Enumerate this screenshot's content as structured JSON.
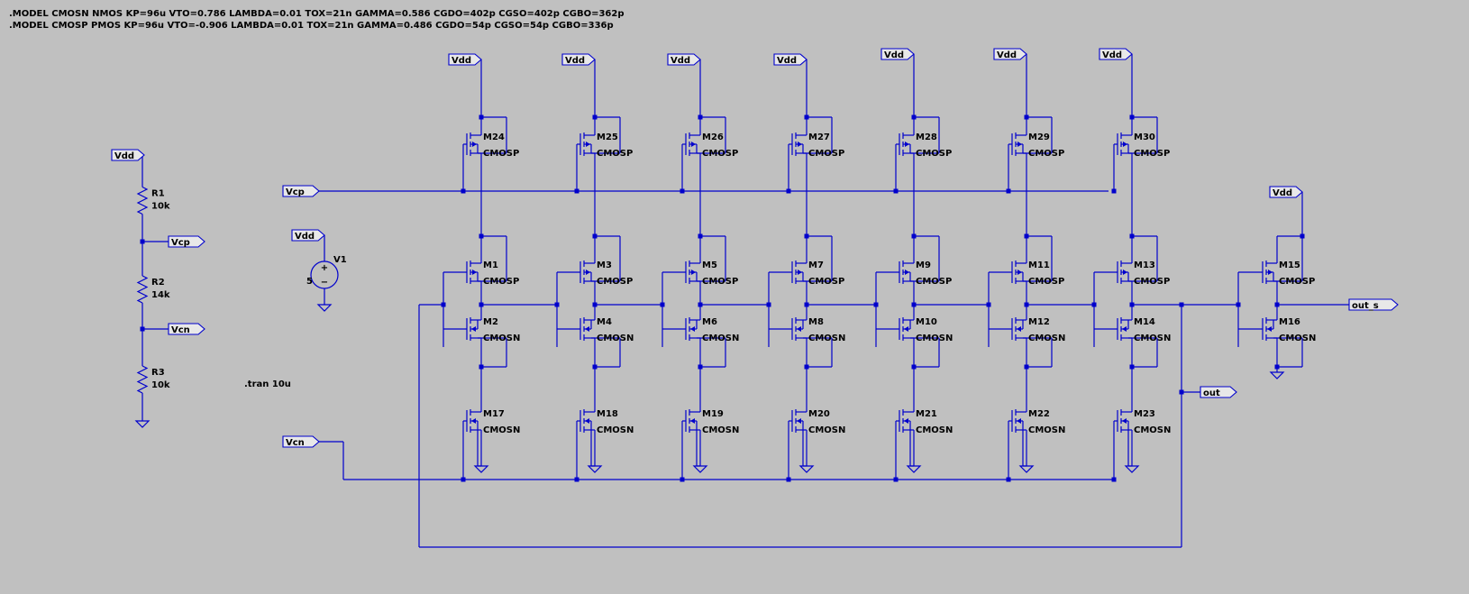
{
  "directives": {
    "model_nmos": ".MODEL CMOSN NMOS KP=96u VTO=0.786 LAMBDA=0.01 TOX=21n GAMMA=0.586 CGDO=402p CGSO=402p CGBO=362p",
    "model_pmos": ".MODEL CMOSP PMOS KP=96u VTO=-0.906 LAMBDA=0.01 TOX=21n GAMMA=0.486 CGDO=54p CGSO=54p CGBO=336p",
    "tran": ".tran 10u"
  },
  "nets": {
    "vdd": "Vdd",
    "vcp": "Vcp",
    "vcn": "Vcn",
    "out": "out",
    "out_s": "out_s"
  },
  "divider": {
    "r1_name": "R1",
    "r1_value": "10k",
    "r2_name": "R2",
    "r2_value": "14k",
    "r3_name": "R3",
    "r3_value": "10k"
  },
  "source": {
    "name": "V1",
    "value": "5"
  },
  "stages": [
    {
      "top": "M24",
      "p": "M1",
      "n": "M2",
      "bot": "M17"
    },
    {
      "top": "M25",
      "p": "M3",
      "n": "M4",
      "bot": "M18"
    },
    {
      "top": "M26",
      "p": "M5",
      "n": "M6",
      "bot": "M19"
    },
    {
      "top": "M27",
      "p": "M7",
      "n": "M8",
      "bot": "M20"
    },
    {
      "top": "M28",
      "p": "M9",
      "n": "M10",
      "bot": "M21"
    },
    {
      "top": "M29",
      "p": "M11",
      "n": "M12",
      "bot": "M22"
    },
    {
      "top": "M30",
      "p": "M13",
      "n": "M14",
      "bot": "M23"
    }
  ],
  "buffer": {
    "p": "M15",
    "n": "M16"
  },
  "models": {
    "pmos": "CMOSP",
    "nmos": "CMOSN"
  },
  "colors": {
    "background": "#c0c0c0",
    "wire": "#0000cc",
    "text": "#000000",
    "label_fill": "#e8e8e8"
  }
}
